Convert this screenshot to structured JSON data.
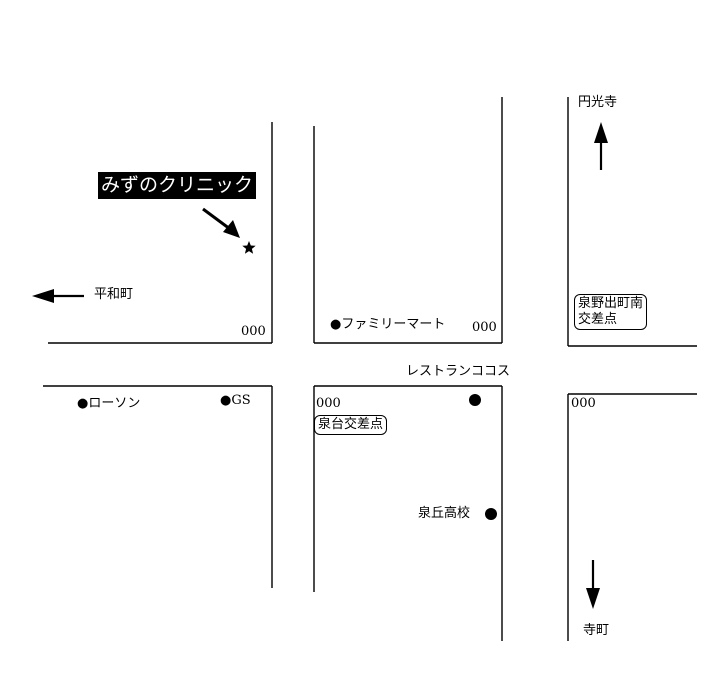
{
  "map": {
    "title": "みずのクリニック",
    "directions": {
      "heiwacho": "平和町",
      "enkoji": "円光寺",
      "teramachi": "寺町"
    },
    "landmarks": {
      "family_mart": "●ファミリーマート",
      "lawson": "●ローソン",
      "gs": "●GS",
      "restaurant": "レストランココス",
      "izumigaoka": "泉丘高校"
    },
    "intersections": {
      "izumino_line1": "泉野出町南",
      "izumino_line2": "交差点",
      "izumidai": "泉台交差点"
    },
    "address_numbers": {
      "nw": "000",
      "nc": "000",
      "sc": "000",
      "se": "000"
    }
  }
}
